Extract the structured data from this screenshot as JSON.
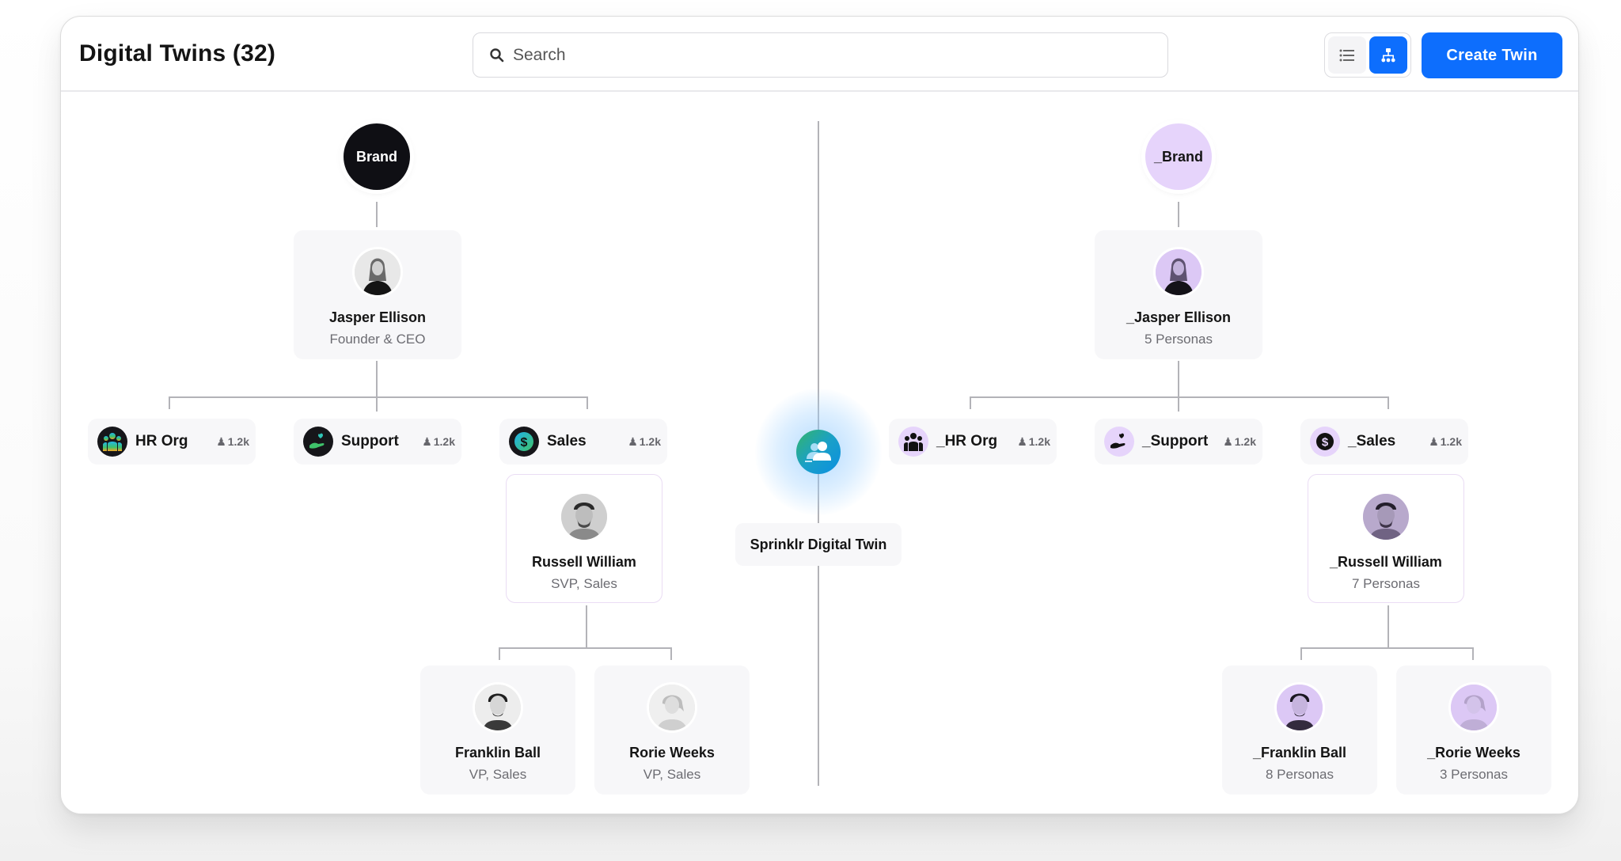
{
  "header": {
    "title": "Digital Twins (32)",
    "search_placeholder": "Search",
    "view_toggle": {
      "list_icon": "list-icon",
      "tree_icon": "hierarchy-icon",
      "active": "tree"
    },
    "create_button": "Create Twin"
  },
  "colors": {
    "accent": "#0d6efd",
    "lilac": "#e6d4fb",
    "dark": "#0f0f14",
    "connector": "#b3b3b8"
  },
  "center": {
    "label": "Sprinklr Digital Twin",
    "icon": "users-icon"
  },
  "left_tree": {
    "root": "Brand",
    "leader": {
      "name": "Jasper Ellison",
      "subtitle": "Founder & CEO"
    },
    "groups": [
      {
        "label": "HR Org",
        "count": "1.2k",
        "icon": "people-icon"
      },
      {
        "label": "Support",
        "count": "1.2k",
        "icon": "hand-heart-icon"
      },
      {
        "label": "Sales",
        "count": "1.2k",
        "icon": "dollar-icon"
      }
    ],
    "sales_head": {
      "name": "Russell William",
      "subtitle": "SVP, Sales"
    },
    "reports": [
      {
        "name": "Franklin Ball",
        "subtitle": "VP, Sales"
      },
      {
        "name": "Rorie Weeks",
        "subtitle": "VP, Sales"
      }
    ]
  },
  "right_tree": {
    "root": "_Brand",
    "leader": {
      "name": "_Jasper Ellison",
      "subtitle": "5 Personas"
    },
    "groups": [
      {
        "label": "_HR Org",
        "count": "1.2k",
        "icon": "people-icon"
      },
      {
        "label": "_Support",
        "count": "1.2k",
        "icon": "hand-heart-icon"
      },
      {
        "label": "_Sales",
        "count": "1.2k",
        "icon": "dollar-icon"
      }
    ],
    "sales_head": {
      "name": "_Russell William",
      "subtitle": "7 Personas"
    },
    "reports": [
      {
        "name": "_Franklin Ball",
        "subtitle": "8 Personas"
      },
      {
        "name": "_Rorie Weeks",
        "subtitle": "3 Personas"
      }
    ]
  }
}
